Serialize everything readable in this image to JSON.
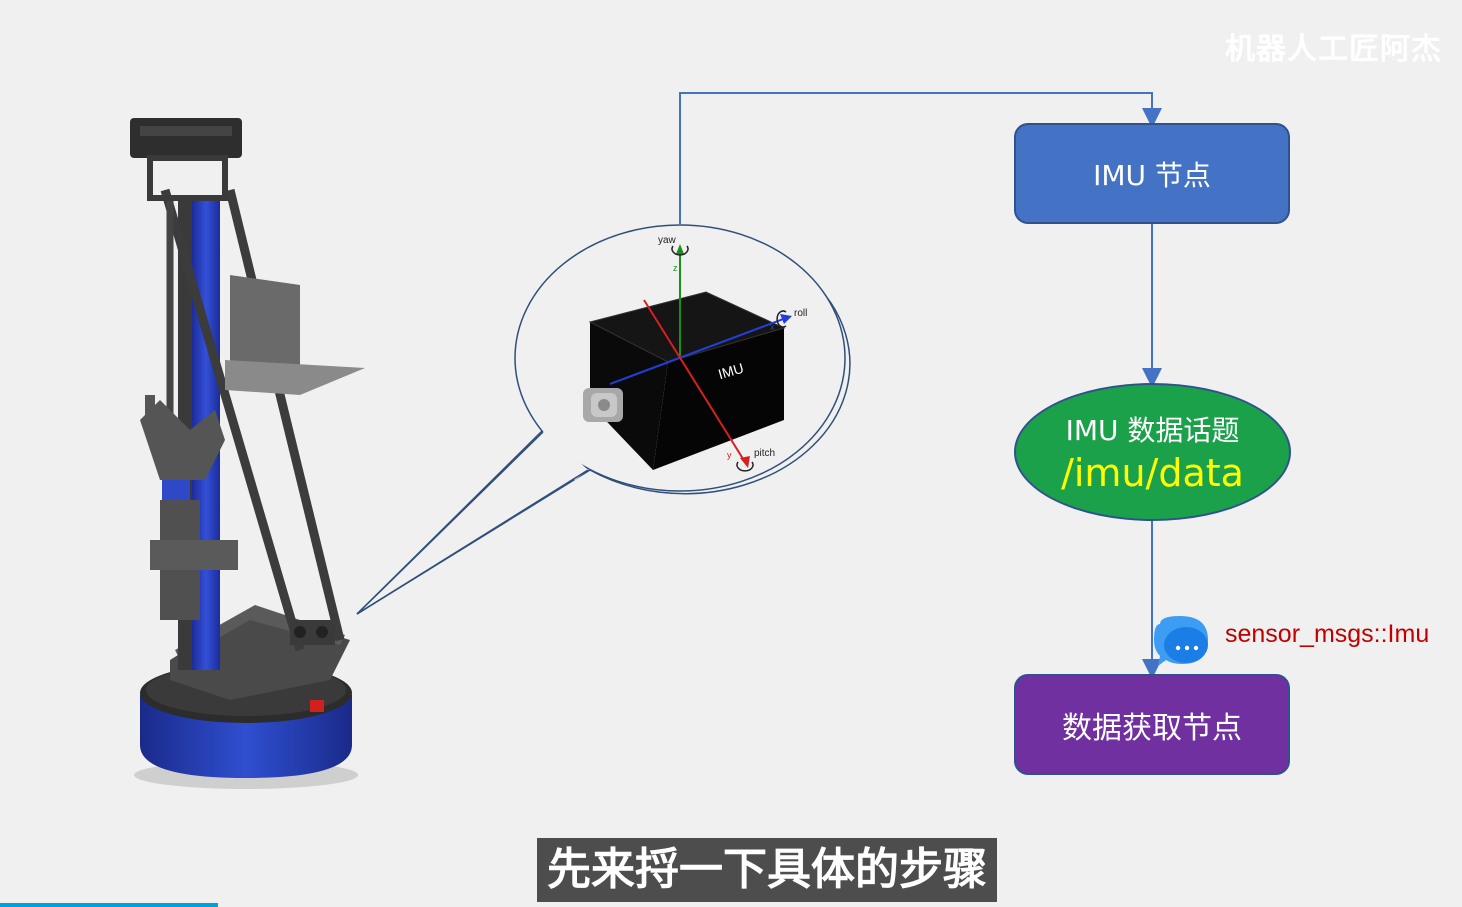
{
  "watermark": "机器人工匠阿杰",
  "imu_sensor": {
    "box_label": "IMU",
    "axes": [
      {
        "axis": "z",
        "rotation": "yaw",
        "color": "#1a8f1a"
      },
      {
        "axis": "x",
        "rotation": "roll",
        "color": "#1f3fd6"
      },
      {
        "axis": "y",
        "rotation": "pitch",
        "color": "#d62020"
      }
    ]
  },
  "flow": {
    "imu_node": "IMU 节点",
    "topic_title": "IMU 数据话题",
    "topic_name": "/imu/data",
    "message_type": "sensor_msgs::Imu",
    "subscriber_node": "数据获取节点"
  },
  "subtitle": "先来捋一下具体的步骤",
  "colors": {
    "imu_node": "#4472c4",
    "topic_node": "#1aa14a",
    "topic_text": "#ffff00",
    "subscriber_node": "#7030a0",
    "message_type": "#c00000",
    "connector": "#4472c4"
  },
  "playback_progress": 0.149
}
